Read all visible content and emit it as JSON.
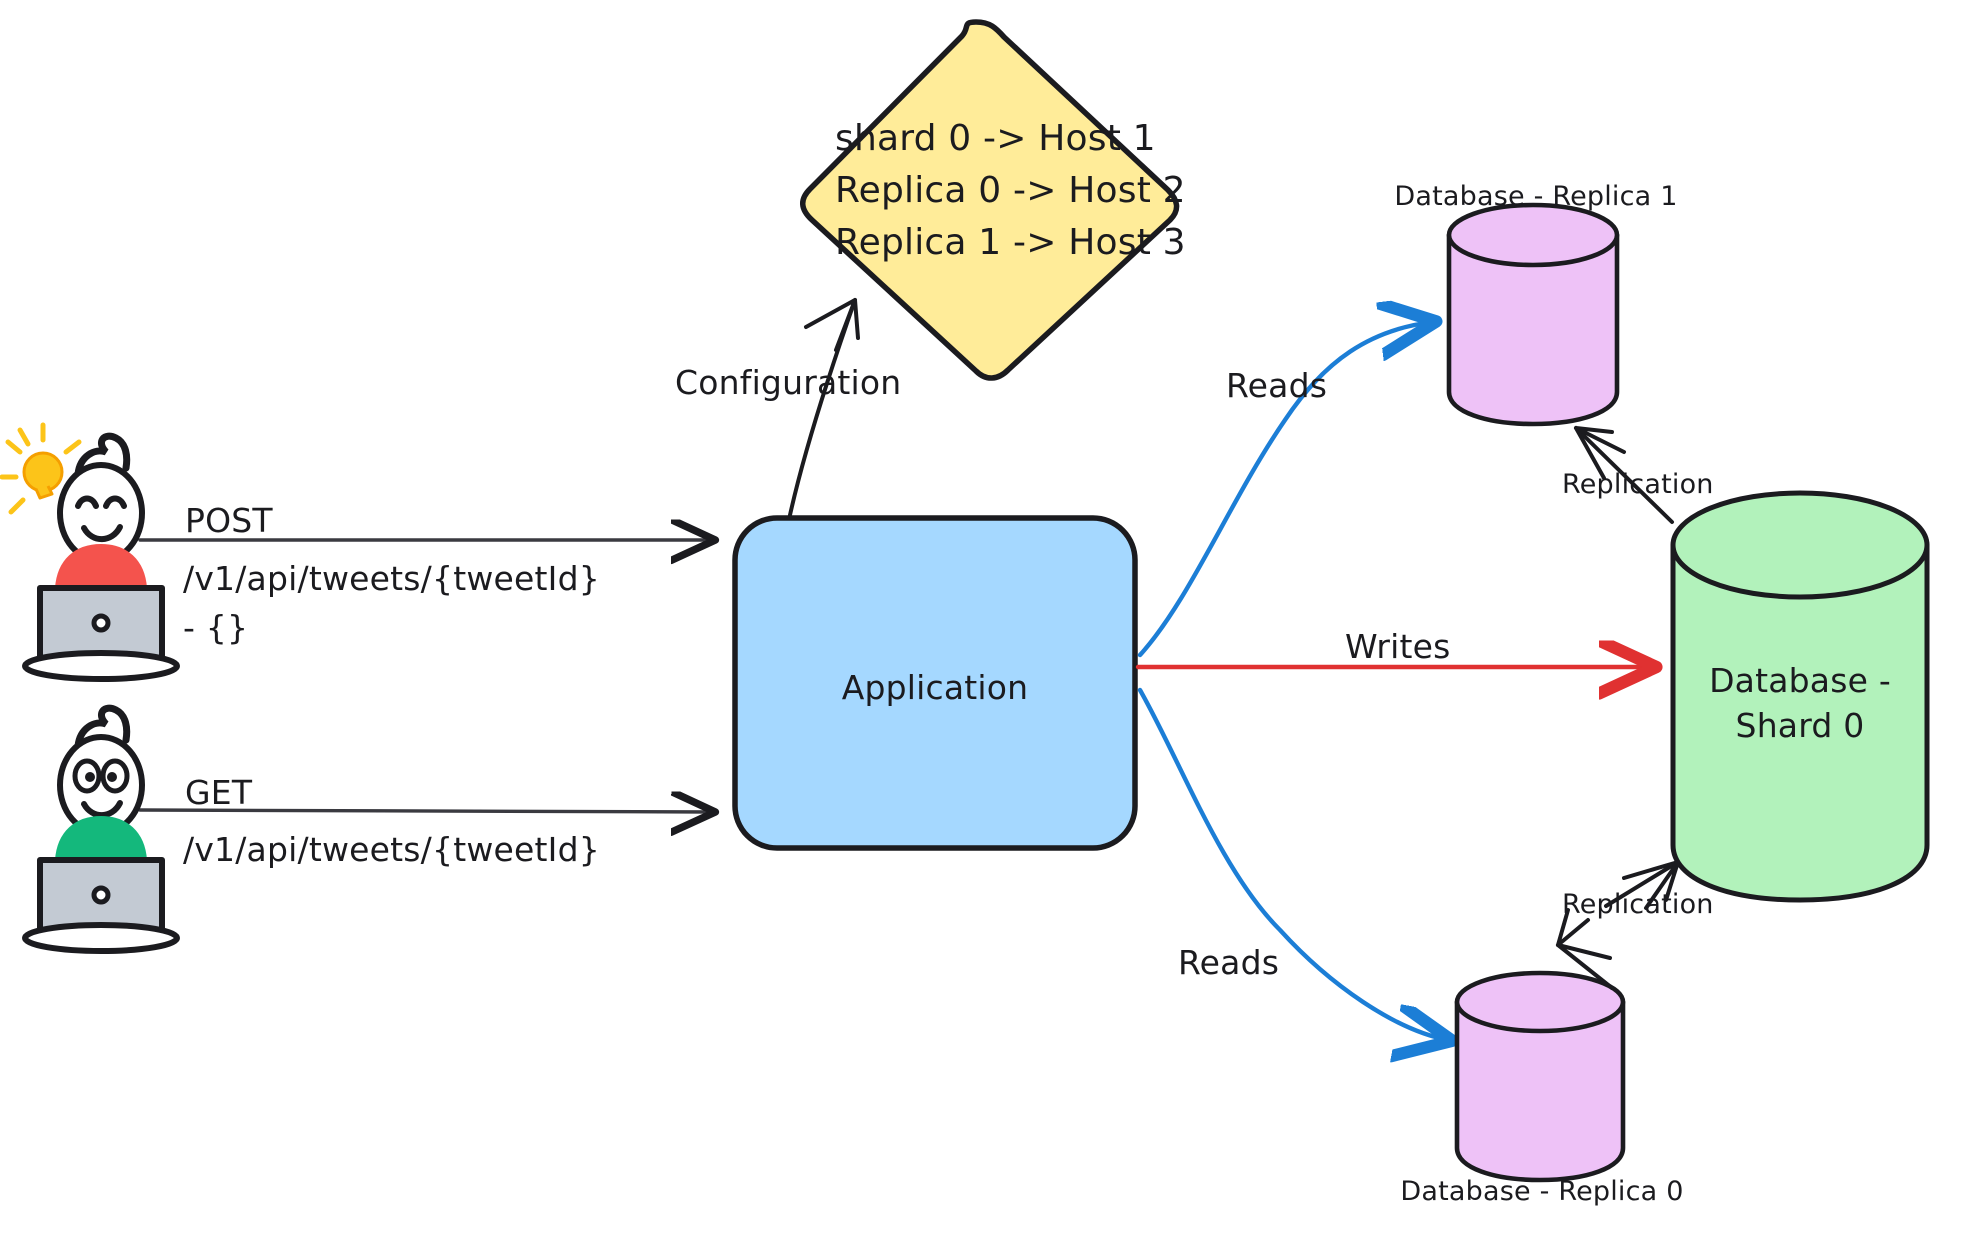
{
  "diagram": {
    "title": "Sharded database with read replicas",
    "background": "#ffffff",
    "palette": {
      "ink": "#1b1b1f",
      "app_fill": "#a5d8ff",
      "config_fill": "#ffec99",
      "shard_fill": "#b2f2bb",
      "replica_fill": "#eec2f7",
      "reads_arrow": "#1c7ed6",
      "writes_arrow": "#e03131",
      "shirt_post": "#f4534d",
      "shirt_get": "#14b87c",
      "laptop": "#c3cad3",
      "bulb": "#fcc419"
    }
  },
  "nodes": {
    "config": {
      "name": "configuration-diamond",
      "shape": "rounded-diamond",
      "fill": "#ffec99",
      "lines": [
        "shard 0 -> Host 1",
        "Replica 0 -> Host 2",
        "Replica 1 -> Host 3"
      ]
    },
    "application": {
      "name": "application-box",
      "shape": "rounded-rectangle",
      "fill": "#a5d8ff",
      "label": "Application"
    },
    "shard0": {
      "name": "database-shard-0",
      "shape": "cylinder",
      "fill": "#b2f2bb",
      "label_line1": "Database -",
      "label_line2": "Shard 0",
      "label_position": "inside"
    },
    "replica1": {
      "name": "database-replica-1",
      "shape": "cylinder",
      "fill": "#eec2f7",
      "label": "Database - Replica 1",
      "label_position": "above"
    },
    "replica0": {
      "name": "database-replica-0",
      "shape": "cylinder",
      "fill": "#eec2f7",
      "label": "Database - Replica 0",
      "label_position": "below"
    },
    "user_post": {
      "name": "user-post-actor",
      "shirt_color": "#f4534d",
      "has_lightbulb": true,
      "expression": "smiling-closed-eyes"
    },
    "user_get": {
      "name": "user-get-actor",
      "shirt_color": "#14b87c",
      "has_lightbulb": false,
      "expression": "open-eyes-smile"
    }
  },
  "edges": {
    "config_edge": {
      "label": "Configuration",
      "color": "#1b1b1f",
      "from": "application",
      "to": "config"
    },
    "post_request": {
      "line1": "POST",
      "line2": "/v1/api/tweets/{tweetId}",
      "line3": "- {}",
      "color": "#1b1b1f",
      "from": "user-post-actor",
      "to": "application"
    },
    "get_request": {
      "line1": "GET",
      "line2": "/v1/api/tweets/{tweetId}",
      "color": "#1b1b1f",
      "from": "user-get-actor",
      "to": "application"
    },
    "reads_top": {
      "label": "Reads",
      "color": "#1c7ed6",
      "from": "application",
      "to": "database-replica-1"
    },
    "reads_bottom": {
      "label": "Reads",
      "color": "#1c7ed6",
      "from": "application",
      "to": "database-replica-0"
    },
    "writes": {
      "label": "Writes",
      "color": "#e03131",
      "from": "application",
      "to": "database-shard-0"
    },
    "replication_top": {
      "label": "Replication",
      "color": "#1b1b1f",
      "from": "database-shard-0",
      "to": "database-replica-1"
    },
    "replication_bottom": {
      "label": "Replication",
      "color": "#1b1b1f",
      "from": "database-shard-0",
      "to": "database-replica-0"
    }
  }
}
